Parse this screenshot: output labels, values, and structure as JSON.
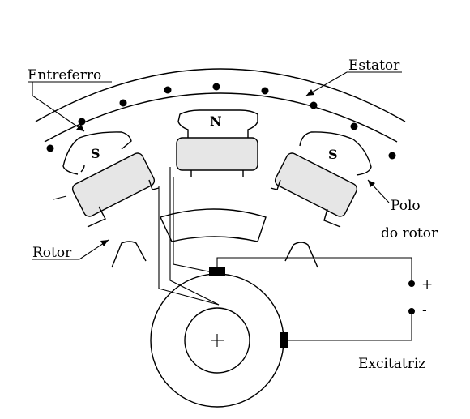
{
  "labels": {
    "entreferro": "Entreferro",
    "estator": "Estator",
    "polo_line1": "Polo",
    "polo_line2": "do rotor",
    "rotor": "Rotor",
    "excitatriz": "Excitatriz",
    "plus": "+",
    "minus": "-"
  },
  "poles": {
    "north": "N",
    "south_left": "S",
    "south_right": "S"
  },
  "colors": {
    "pole_core": "#e6e6e6",
    "stroke": "#000000",
    "background": "#ffffff"
  }
}
